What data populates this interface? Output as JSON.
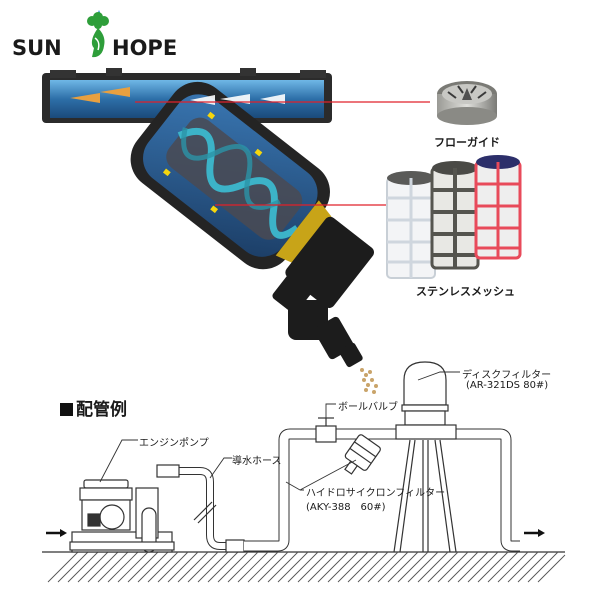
{
  "brand": {
    "left_word": "SUN",
    "right_word": "HOPE",
    "logo_colors": {
      "text": "#1a1a1a",
      "mascot": "#2e9e3a",
      "drop": "#2a8fd6"
    }
  },
  "product_cutaway": {
    "name": "hydrocyclone-filter-cutaway",
    "pointer_color": "#e0202a",
    "parts": [
      {
        "id": "flow-guide",
        "label": "フローガイド"
      },
      {
        "id": "stainless-mesh",
        "label": "ステンレスメッシュ"
      }
    ],
    "mesh_colors": [
      "#f2f4f6",
      "#5a5a55",
      "#e84a5a"
    ]
  },
  "piping_example": {
    "title": "配管例",
    "labels": {
      "engine_pump": "エンジンポンプ",
      "suction_hose": "導水ホース",
      "ball_valve": "ボールバルブ",
      "disc_filter": "ディスクフィルター",
      "disc_filter_model": "(AR-321DS 80#)",
      "hydrocyclone_filter": "ハイドロサイクロンフィルター",
      "hydrocyclone_model": "(AKY-388　60#)"
    },
    "flow_direction": {
      "inlet_arrow": "→",
      "outlet_arrow": "→"
    }
  }
}
